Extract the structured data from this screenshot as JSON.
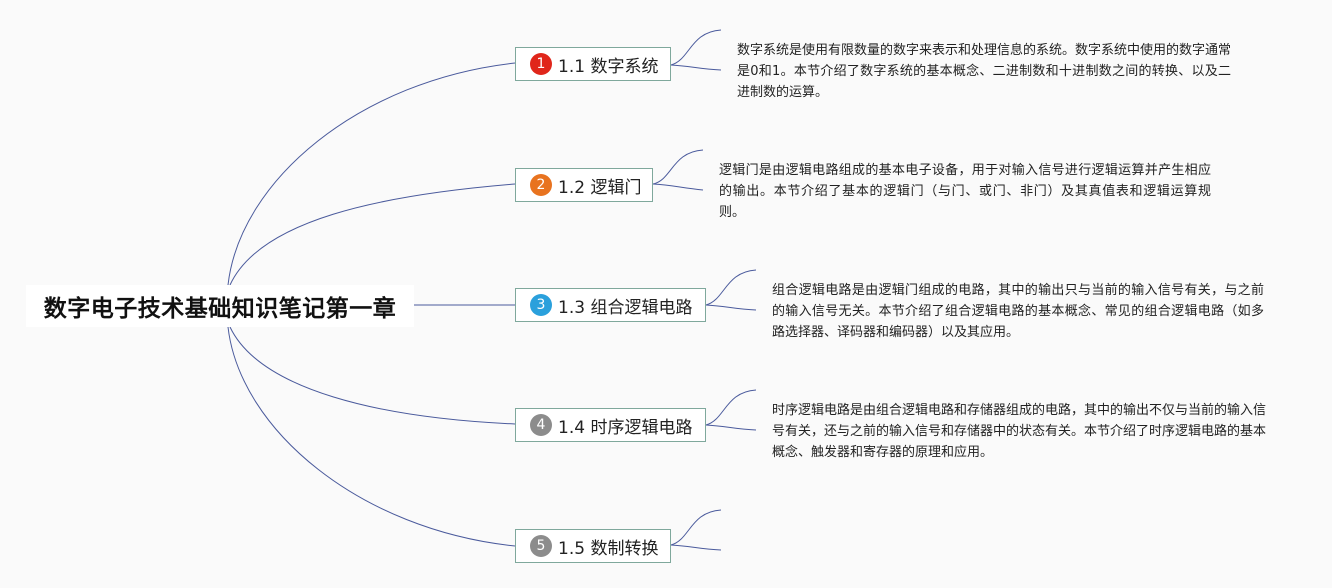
{
  "root": {
    "title": "数字电子技术基础知识笔记第一章"
  },
  "topics": [
    {
      "number": "1",
      "label": "1.1 数字系统",
      "badge_color": "#e0261b",
      "note": "数字系统是使用有限数量的数字来表示和处理信息的系统。数字系统中使用的数字通常是0和1。本节介绍了数字系统的基本概念、二进制数和十进制数之间的转换、以及二进制数的运算。"
    },
    {
      "number": "2",
      "label": "1.2 逻辑门",
      "badge_color": "#e8731f",
      "note": "逻辑门是由逻辑电路组成的基本电子设备，用于对输入信号进行逻辑运算并产生相应的输出。本节介绍了基本的逻辑门（与门、或门、非门）及其真值表和逻辑运算规则。"
    },
    {
      "number": "3",
      "label": "1.3 组合逻辑电路",
      "badge_color": "#2aa0dc",
      "note": "组合逻辑电路是由逻辑门组成的电路，其中的输出只与当前的输入信号有关，与之前的输入信号无关。本节介绍了组合逻辑电路的基本概念、常见的组合逻辑电路（如多路选择器、译码器和编码器）以及其应用。"
    },
    {
      "number": "4",
      "label": "1.4 时序逻辑电路",
      "badge_color": "#8c8c8c",
      "note": "时序逻辑电路是由组合逻辑电路和存储器组成的电路，其中的输出不仅与当前的输入信号有关，还与之前的输入信号和存储器中的状态有关。本节介绍了时序逻辑电路的基本概念、触发器和寄存器的原理和应用。"
    },
    {
      "number": "5",
      "label": "1.5 数制转换",
      "badge_color": "#8c8c8c",
      "note": ""
    }
  ],
  "colors": {
    "connector": "#4a5a9c",
    "topic_border": "#7fa89c"
  }
}
